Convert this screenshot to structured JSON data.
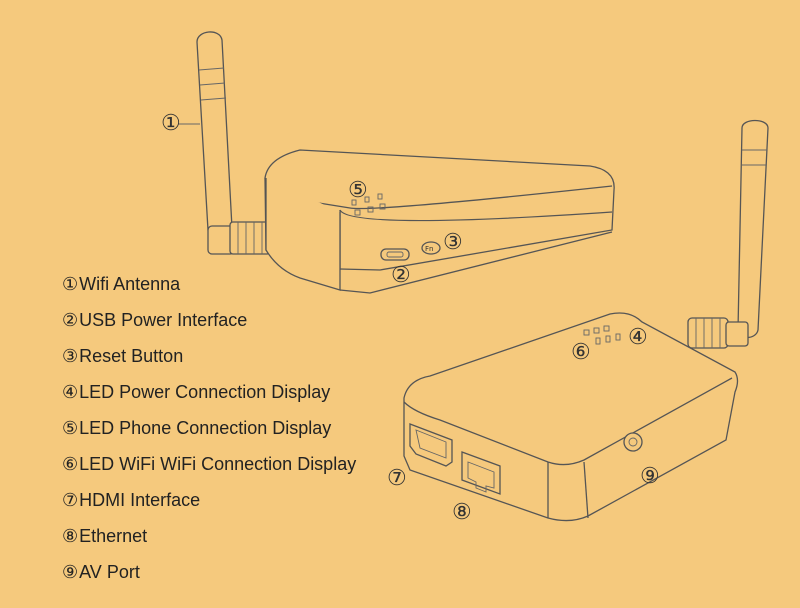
{
  "callouts": [
    "①",
    "②",
    "③",
    "④",
    "⑤",
    "⑥",
    "⑦",
    "⑧",
    "⑨"
  ],
  "legend": [
    {
      "num": "①",
      "label": "Wifi Antenna"
    },
    {
      "num": "②",
      "label": "USB Power Interface"
    },
    {
      "num": "③",
      "label": "Reset Button"
    },
    {
      "num": "④",
      "label": "LED Power Connection Display"
    },
    {
      "num": "⑤",
      "label": "LED Phone Connection Display"
    },
    {
      "num": "⑥",
      "label": "LED WiFi WiFi Connection Display"
    },
    {
      "num": "⑦",
      "label": "HDMI Interface"
    },
    {
      "num": "⑧",
      "label": "Ethernet"
    },
    {
      "num": "⑨",
      "label": "AV Port"
    }
  ],
  "reset_button_label": "Fn",
  "colors": {
    "background": "#f5c97d",
    "line": "#555555",
    "text": "#222222"
  }
}
